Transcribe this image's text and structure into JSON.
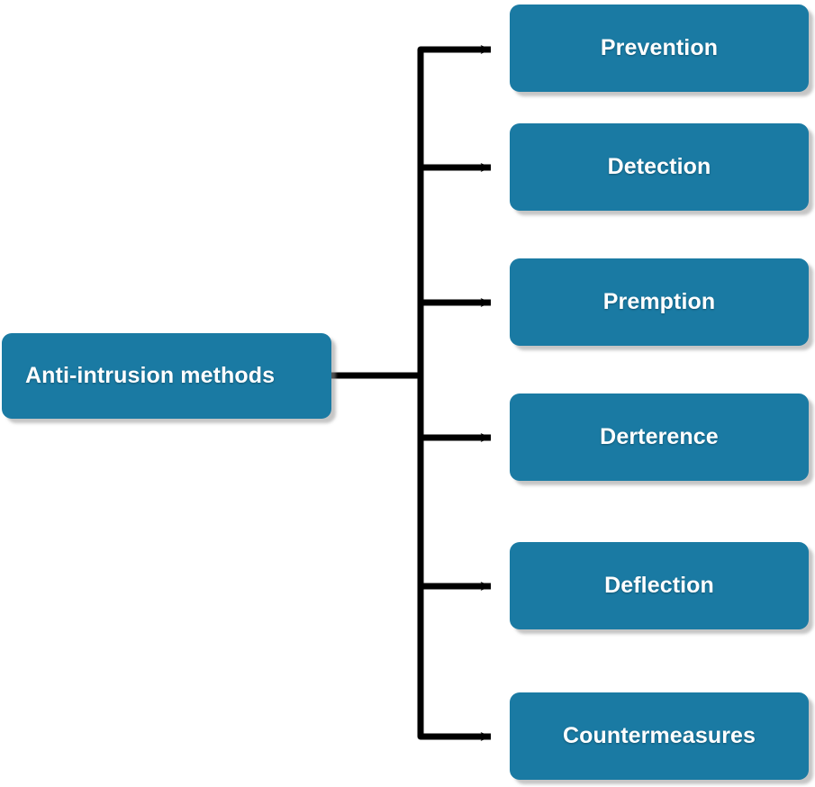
{
  "diagram": {
    "type": "tree",
    "orientation": "left-to-right",
    "background_color": "#FFFFFF",
    "node_fill_color": "#1A7AA3",
    "node_text_color": "#FFFFFF",
    "connector_color": "#000000",
    "root": {
      "label": "Anti-intrusion methods"
    },
    "children": [
      {
        "label": "Prevention"
      },
      {
        "label": "Detection"
      },
      {
        "label": "Premption"
      },
      {
        "label": "Derterence"
      },
      {
        "label": "Deflection"
      },
      {
        "label": "Countermeasures"
      }
    ]
  }
}
